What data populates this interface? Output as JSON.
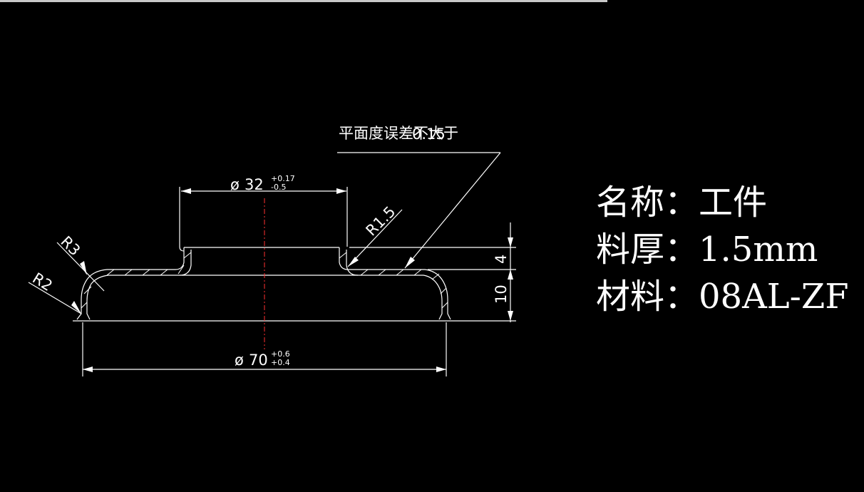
{
  "dimensions": {
    "top_diameter": {
      "symbol": "ø",
      "value": "32",
      "tol_upper": "+0.17",
      "tol_lower": "-0.5"
    },
    "bottom_diameter": {
      "symbol": "ø",
      "value": "70",
      "tol_upper": "+0.6",
      "tol_lower": "+0.4"
    },
    "radius_r3": "R3",
    "radius_r2": "R2",
    "radius_r15": "R1.5",
    "height_step": "4",
    "height_body": "10"
  },
  "note": {
    "prefix": "平面度误差不大于",
    "value": "0.15"
  },
  "info": {
    "name": "名称：工件",
    "thickness": "料厚：1.5mm",
    "material": "材料：08AL-ZF"
  },
  "colors": {
    "background": "#000000",
    "lines": "#ffffff",
    "centerline": "#ff3030"
  }
}
